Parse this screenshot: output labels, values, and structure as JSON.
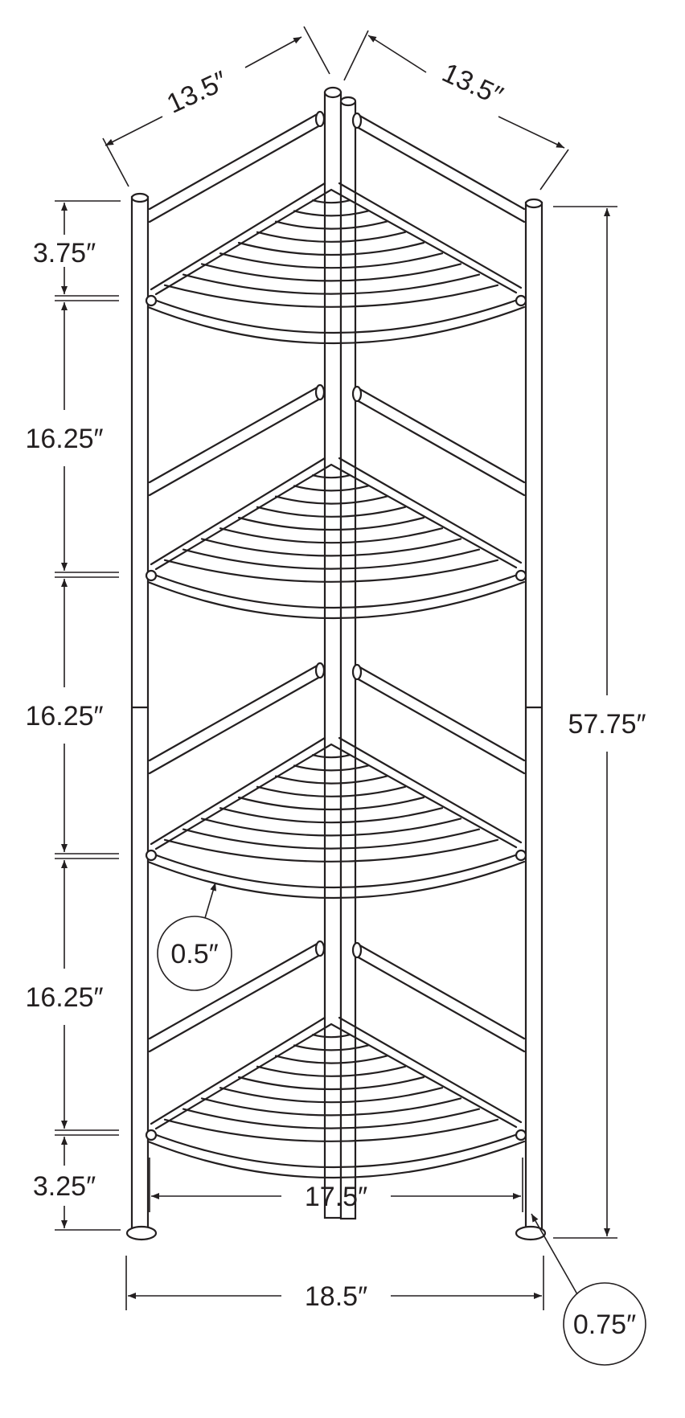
{
  "dimensions": {
    "depth_left": "13.5″",
    "depth_right": "13.5″",
    "top_gap": "3.75″",
    "shelf_gap_1": "16.25″",
    "shelf_gap_2": "16.25″",
    "shelf_gap_3": "16.25″",
    "bottom_gap": "3.25″",
    "total_height": "57.75″",
    "inner_width": "17.5″",
    "overall_width": "18.5″",
    "shelf_thickness": "0.5″",
    "foot_height": "0.75″"
  },
  "colors": {
    "line": "#231f20",
    "background": "#ffffff"
  }
}
